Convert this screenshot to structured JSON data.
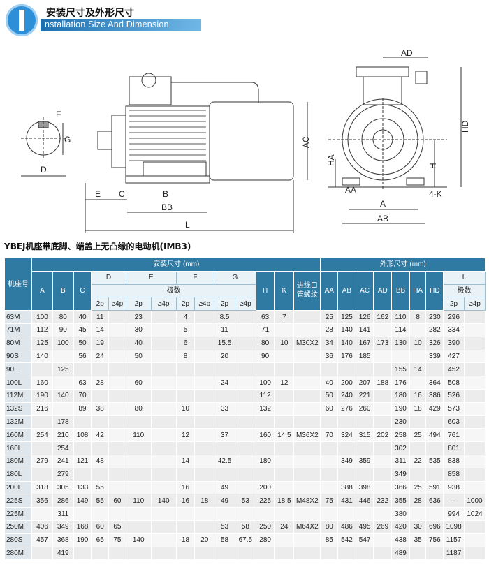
{
  "header": {
    "title_cn": "安装尺寸及外形尺寸",
    "title_en": "nstallation Size And Dimension"
  },
  "drawing": {
    "labels": {
      "F": "F",
      "G": "G",
      "D": "D",
      "E": "E",
      "C": "C",
      "B": "B",
      "BB": "BB",
      "L": "L",
      "AC": "AC",
      "AD": "AD",
      "HD": "HD",
      "HA": "HA",
      "H": "H",
      "AA": "AA",
      "A": "A",
      "AB": "AB",
      "K": "4-K"
    }
  },
  "caption": "YBEJ机座带底脚、端盖上无凸缘的电动机(IMB3)",
  "table": {
    "group_install": "安装尺寸 (mm)",
    "group_outline": "外形尺寸 (mm)",
    "col_model": "机座号",
    "h": {
      "A": "A",
      "B": "B",
      "C": "C",
      "D": "D",
      "E": "E",
      "F": "F",
      "G": "G",
      "H": "H",
      "K": "K",
      "cable": "进线口管螺纹",
      "AA": "AA",
      "AB": "AB",
      "AC": "AC",
      "AD": "AD",
      "BB": "BB",
      "HA": "HA",
      "HD": "HD",
      "L": "L"
    },
    "poles": "极数",
    "p2": "2p",
    "p4": "≥4p",
    "rows": [
      [
        "63M",
        "100",
        "80",
        "40",
        "11",
        "",
        "23",
        "",
        "4",
        "",
        "8.5",
        "",
        "63",
        "7",
        "",
        "25",
        "125",
        "126",
        "162",
        "110",
        "8",
        "230",
        "296",
        ""
      ],
      [
        "71M",
        "112",
        "90",
        "45",
        "14",
        "",
        "30",
        "",
        "5",
        "",
        "11",
        "",
        "71",
        "",
        "",
        "28",
        "140",
        "141",
        "",
        "114",
        "",
        "282",
        "334",
        ""
      ],
      [
        "80M",
        "125",
        "100",
        "50",
        "19",
        "",
        "40",
        "",
        "6",
        "",
        "15.5",
        "",
        "80",
        "10",
        "M30X2",
        "34",
        "140",
        "167",
        "173",
        "130",
        "10",
        "326",
        "390",
        ""
      ],
      [
        "90S",
        "140",
        "",
        "56",
        "24",
        "",
        "50",
        "",
        "8",
        "",
        "20",
        "",
        "90",
        "",
        "",
        "36",
        "176",
        "185",
        "",
        "",
        "",
        "339",
        "427",
        ""
      ],
      [
        "90L",
        "",
        "125",
        "",
        "",
        "",
        "",
        "",
        "",
        "",
        "",
        "",
        "",
        "",
        "",
        "",
        "",
        "",
        "",
        "155",
        "14",
        "",
        "452",
        ""
      ],
      [
        "100L",
        "160",
        "",
        "63",
        "28",
        "",
        "60",
        "",
        "",
        "",
        "24",
        "",
        "100",
        "12",
        "",
        "40",
        "200",
        "207",
        "188",
        "176",
        "",
        "364",
        "508",
        ""
      ],
      [
        "112M",
        "190",
        "140",
        "70",
        "",
        "",
        "",
        "",
        "",
        "",
        "",
        "",
        "112",
        "",
        "",
        "50",
        "240",
        "221",
        "",
        "180",
        "16",
        "386",
        "526",
        ""
      ],
      [
        "132S",
        "216",
        "",
        "89",
        "38",
        "",
        "80",
        "",
        "10",
        "",
        "33",
        "",
        "132",
        "",
        "",
        "60",
        "276",
        "260",
        "",
        "190",
        "18",
        "429",
        "573",
        ""
      ],
      [
        "132M",
        "",
        "178",
        "",
        "",
        "",
        "",
        "",
        "",
        "",
        "",
        "",
        "",
        "",
        "",
        "",
        "",
        "",
        "",
        "230",
        "",
        "",
        "603",
        ""
      ],
      [
        "160M",
        "254",
        "210",
        "108",
        "42",
        "",
        "110",
        "",
        "12",
        "",
        "37",
        "",
        "160",
        "14.5",
        "M36X2",
        "70",
        "324",
        "315",
        "202",
        "258",
        "25",
        "494",
        "761",
        ""
      ],
      [
        "160L",
        "",
        "254",
        "",
        "",
        "",
        "",
        "",
        "",
        "",
        "",
        "",
        "",
        "",
        "",
        "",
        "",
        "",
        "",
        "302",
        "",
        "",
        "801",
        ""
      ],
      [
        "180M",
        "279",
        "241",
        "121",
        "48",
        "",
        "",
        "",
        "14",
        "",
        "42.5",
        "",
        "180",
        "",
        "",
        "",
        "349",
        "359",
        "",
        "311",
        "22",
        "535",
        "838",
        ""
      ],
      [
        "180L",
        "",
        "279",
        "",
        "",
        "",
        "",
        "",
        "",
        "",
        "",
        "",
        "",
        "",
        "",
        "",
        "",
        "",
        "",
        "349",
        "",
        "",
        "858",
        ""
      ],
      [
        "200L",
        "318",
        "305",
        "133",
        "55",
        "",
        "",
        "",
        "16",
        "",
        "49",
        "",
        "200",
        "",
        "",
        "",
        "388",
        "398",
        "",
        "366",
        "25",
        "591",
        "938",
        ""
      ],
      [
        "225S",
        "356",
        "286",
        "149",
        "55",
        "60",
        "110",
        "140",
        "16",
        "18",
        "49",
        "53",
        "225",
        "18.5",
        "M48X2",
        "75",
        "431",
        "446",
        "232",
        "355",
        "28",
        "636",
        "—",
        "1000"
      ],
      [
        "225M",
        "",
        "311",
        "",
        "",
        "",
        "",
        "",
        "",
        "",
        "",
        "",
        "",
        "",
        "",
        "",
        "",
        "",
        "",
        "380",
        "",
        "",
        "994",
        "1024"
      ],
      [
        "250M",
        "406",
        "349",
        "168",
        "60",
        "65",
        "",
        "",
        "",
        "",
        "53",
        "58",
        "250",
        "24",
        "M64X2",
        "80",
        "486",
        "495",
        "269",
        "420",
        "30",
        "696",
        "1098",
        ""
      ],
      [
        "280S",
        "457",
        "368",
        "190",
        "65",
        "75",
        "140",
        "",
        "18",
        "20",
        "58",
        "67.5",
        "280",
        "",
        "",
        "85",
        "542",
        "547",
        "",
        "438",
        "35",
        "756",
        "1157",
        ""
      ],
      [
        "280M",
        "",
        "419",
        "",
        "",
        "",
        "",
        "",
        "",
        "",
        "",
        "",
        "",
        "",
        "",
        "",
        "",
        "",
        "",
        "489",
        "",
        "",
        "1187",
        ""
      ]
    ]
  }
}
